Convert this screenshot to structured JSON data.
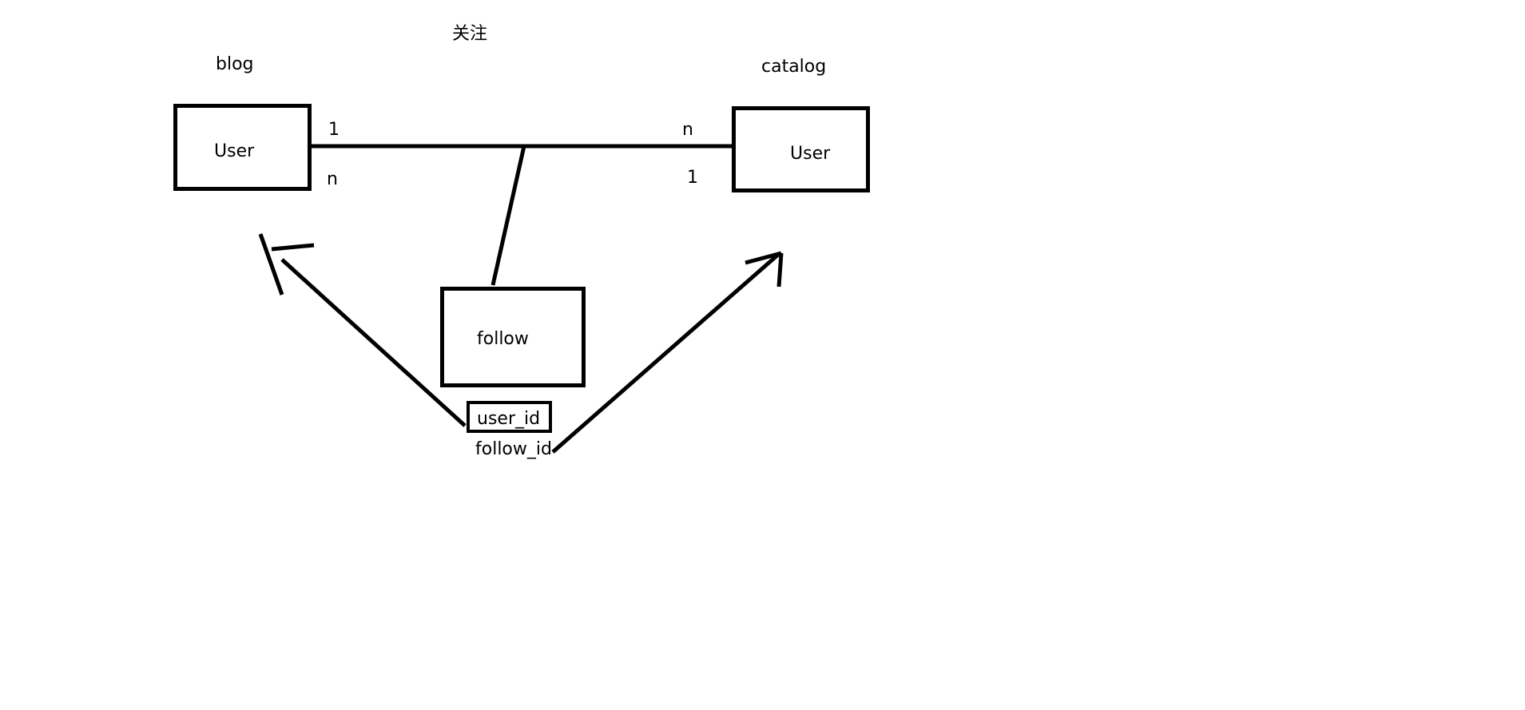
{
  "diagram": {
    "title": "关注",
    "left_label": "blog",
    "right_label": "catalog",
    "left_entity": "User",
    "right_entity": "User",
    "middle_entity": "follow",
    "fields": [
      "user_id",
      "follow_id"
    ],
    "cardinality": {
      "left_top": "1",
      "left_bottom": "n",
      "right_top": "n",
      "right_bottom": "1"
    }
  }
}
